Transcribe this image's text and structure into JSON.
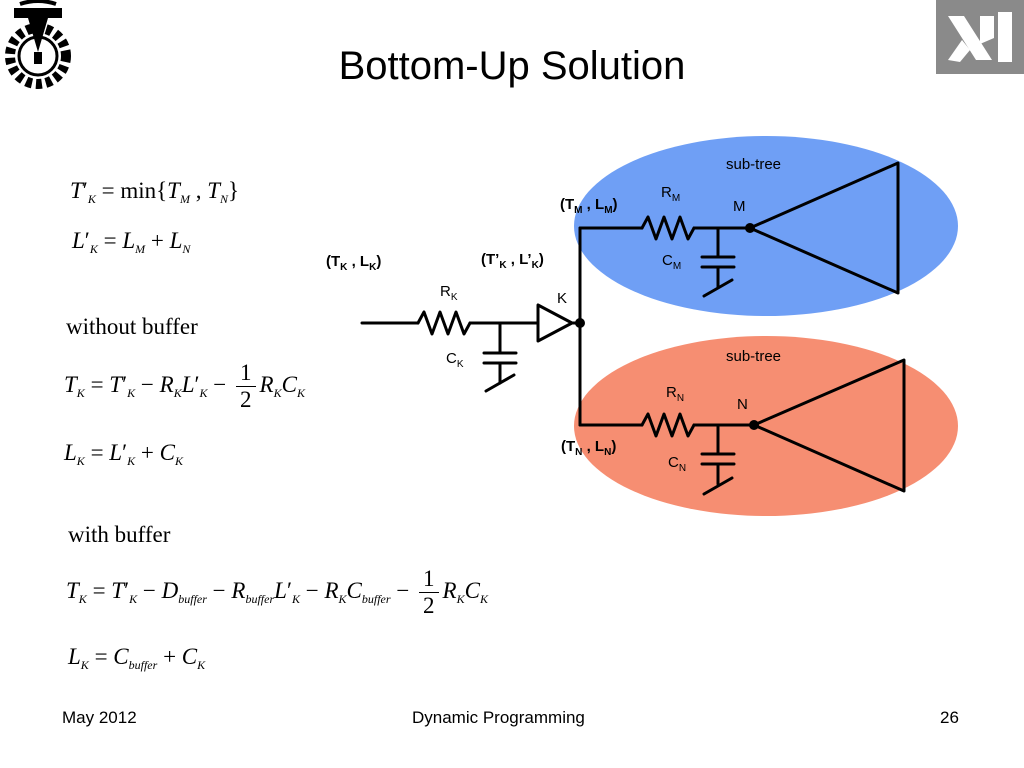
{
  "slide": {
    "title": "Bottom-Up Solution",
    "footer_left": "May 2012",
    "footer_center": "Dynamic Programming",
    "footer_right": "26"
  },
  "sections": {
    "without_buffer": "without buffer",
    "with_buffer": "with buffer"
  },
  "diagram": {
    "subtree_top_label": "sub-tree",
    "subtree_bottom_label": "sub-tree",
    "node_M": "M",
    "node_N": "N",
    "node_K": "K",
    "R_M": {
      "base": "R",
      "sub": "M"
    },
    "C_M": {
      "base": "C",
      "sub": "M"
    },
    "R_N": {
      "base": "R",
      "sub": "N"
    },
    "C_N": {
      "base": "C",
      "sub": "N"
    },
    "R_K": {
      "base": "R",
      "sub": "K"
    },
    "C_K": {
      "base": "C",
      "sub": "K"
    },
    "pair_M": {
      "open": "(T",
      "s1": "M",
      "mid": " , L",
      "s2": "M",
      "close": ")"
    },
    "pair_N": {
      "open": "(T",
      "s1": "N",
      "mid": " , L",
      "s2": "N",
      "close": ")"
    },
    "pair_K": {
      "open": "(T",
      "s1": "K",
      "mid": " , L",
      "s2": "K",
      "close": ")"
    },
    "pair_Kprime": {
      "open": "(T’",
      "s1": "K",
      "mid": " , L’",
      "s2": "K",
      "close": ")"
    },
    "colors": {
      "subtree_top": "#6f9ff5",
      "subtree_bottom": "#f68e72"
    }
  }
}
